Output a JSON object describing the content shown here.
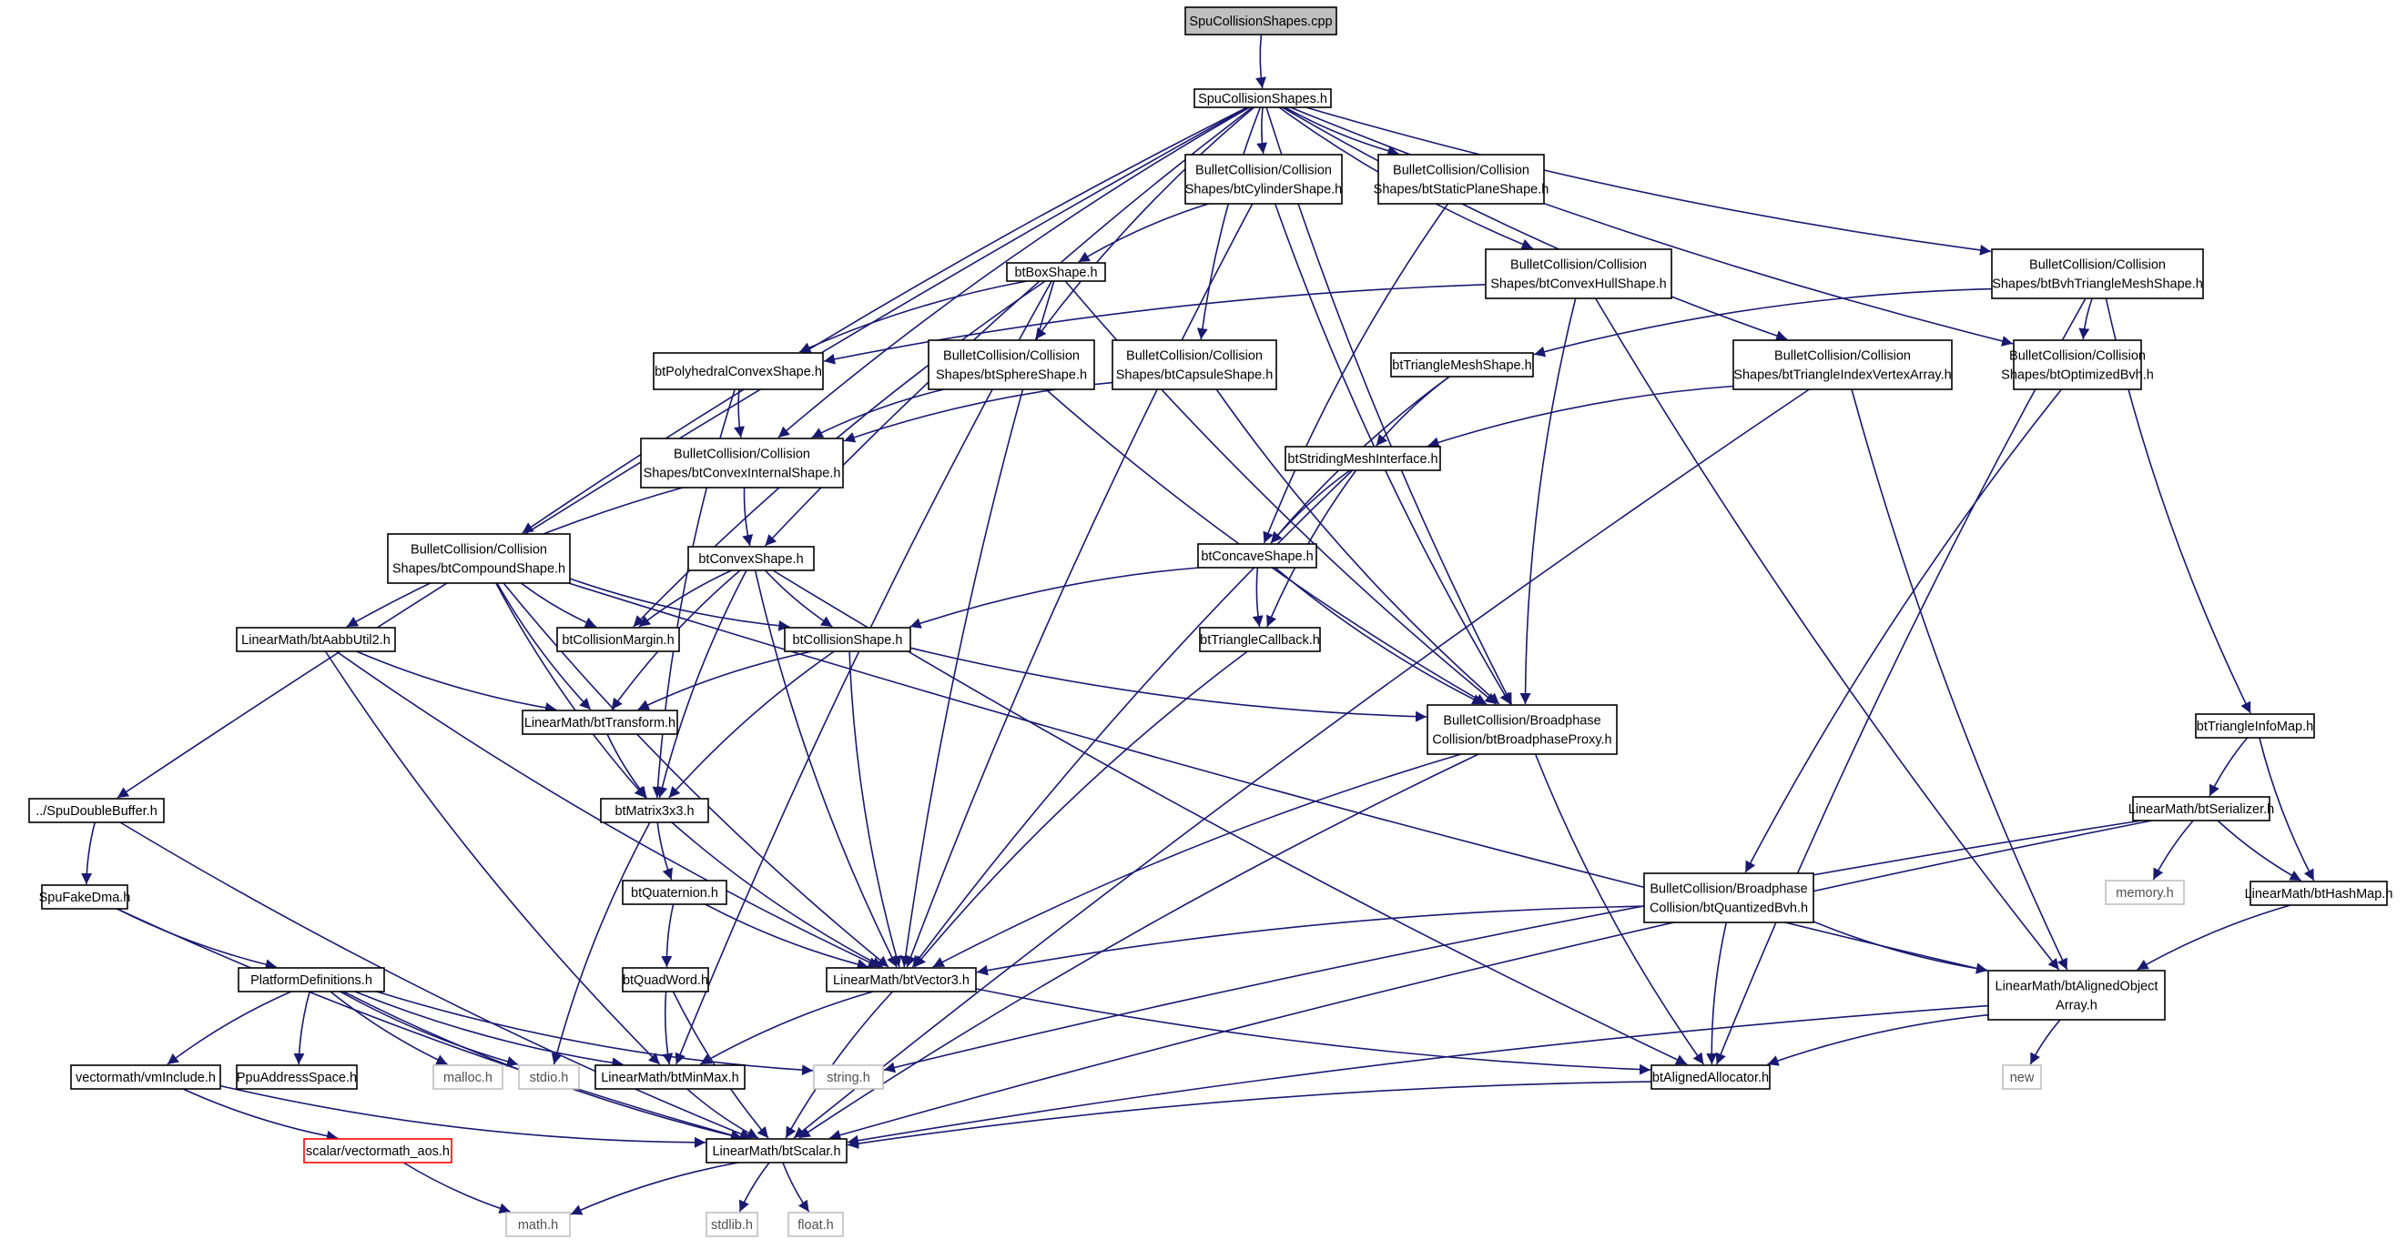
{
  "title": "SpuCollisionShapes.cpp",
  "colors": {
    "edge": "#191970",
    "main_fill": "#bfbfbf",
    "node_border": "#000000",
    "external_border": "#bfbfbf",
    "missing_border": "#ff0000"
  },
  "nodes": [
    {
      "id": "cpp",
      "lines": [
        "SpuCollisionShapes.cpp"
      ],
      "kind": "main"
    },
    {
      "id": "h",
      "lines": [
        "SpuCollisionShapes.h"
      ],
      "kind": "normal"
    },
    {
      "id": "cyl",
      "lines": [
        "BulletCollision/Collision",
        "Shapes/btCylinderShape.h"
      ],
      "kind": "normal"
    },
    {
      "id": "plane",
      "lines": [
        "BulletCollision/Collision",
        "Shapes/btStaticPlaneShape.h"
      ],
      "kind": "normal"
    },
    {
      "id": "hull",
      "lines": [
        "BulletCollision/Collision",
        "Shapes/btConvexHullShape.h"
      ],
      "kind": "normal"
    },
    {
      "id": "bvhtri",
      "lines": [
        "BulletCollision/Collision",
        "Shapes/btBvhTriangleMeshShape.h"
      ],
      "kind": "normal"
    },
    {
      "id": "box",
      "lines": [
        "btBoxShape.h"
      ],
      "kind": "normal"
    },
    {
      "id": "poly",
      "lines": [
        "btPolyhedralConvexShape.h"
      ],
      "kind": "normal"
    },
    {
      "id": "sphere",
      "lines": [
        "BulletCollision/Collision",
        "Shapes/btSphereShape.h"
      ],
      "kind": "normal"
    },
    {
      "id": "capsule",
      "lines": [
        "BulletCollision/Collision",
        "Shapes/btCapsuleShape.h"
      ],
      "kind": "normal"
    },
    {
      "id": "trimesh",
      "lines": [
        "btTriangleMeshShape.h"
      ],
      "kind": "normal"
    },
    {
      "id": "tiva",
      "lines": [
        "BulletCollision/Collision",
        "Shapes/btTriangleIndexVertexArray.h"
      ],
      "kind": "normal"
    },
    {
      "id": "optbvh",
      "lines": [
        "BulletCollision/Collision",
        "Shapes/btOptimizedBvh.h"
      ],
      "kind": "normal"
    },
    {
      "id": "cvxint",
      "lines": [
        "BulletCollision/Collision",
        "Shapes/btConvexInternalShape.h"
      ],
      "kind": "normal"
    },
    {
      "id": "smi",
      "lines": [
        "btStridingMeshInterface.h"
      ],
      "kind": "normal"
    },
    {
      "id": "compound",
      "lines": [
        "BulletCollision/Collision",
        "Shapes/btCompoundShape.h"
      ],
      "kind": "normal"
    },
    {
      "id": "cvx",
      "lines": [
        "btConvexShape.h"
      ],
      "kind": "normal"
    },
    {
      "id": "concave",
      "lines": [
        "btConcaveShape.h"
      ],
      "kind": "normal"
    },
    {
      "id": "aabb",
      "lines": [
        "LinearMath/btAabbUtil2.h"
      ],
      "kind": "normal"
    },
    {
      "id": "margin",
      "lines": [
        "btCollisionMargin.h"
      ],
      "kind": "normal"
    },
    {
      "id": "colshape",
      "lines": [
        "btCollisionShape.h"
      ],
      "kind": "normal"
    },
    {
      "id": "tricb",
      "lines": [
        "btTriangleCallback.h"
      ],
      "kind": "normal"
    },
    {
      "id": "transform",
      "lines": [
        "LinearMath/btTransform.h"
      ],
      "kind": "normal"
    },
    {
      "id": "proxy",
      "lines": [
        "BulletCollision/Broadphase",
        "Collision/btBroadphaseProxy.h"
      ],
      "kind": "normal"
    },
    {
      "id": "infomap",
      "lines": [
        "btTriangleInfoMap.h"
      ],
      "kind": "normal"
    },
    {
      "id": "dbuf",
      "lines": [
        "../SpuDoubleBuffer.h"
      ],
      "kind": "normal"
    },
    {
      "id": "mat",
      "lines": [
        "btMatrix3x3.h"
      ],
      "kind": "normal"
    },
    {
      "id": "serial",
      "lines": [
        "LinearMath/btSerializer.h"
      ],
      "kind": "normal"
    },
    {
      "id": "fakedma",
      "lines": [
        "SpuFakeDma.h"
      ],
      "kind": "normal"
    },
    {
      "id": "quat",
      "lines": [
        "btQuaternion.h"
      ],
      "kind": "normal"
    },
    {
      "id": "qbvh",
      "lines": [
        "BulletCollision/Broadphase",
        "Collision/btQuantizedBvh.h"
      ],
      "kind": "normal"
    },
    {
      "id": "memory",
      "lines": [
        "memory.h"
      ],
      "kind": "ext"
    },
    {
      "id": "hashmap",
      "lines": [
        "LinearMath/btHashMap.h"
      ],
      "kind": "normal"
    },
    {
      "id": "platdef",
      "lines": [
        "PlatformDefinitions.h"
      ],
      "kind": "normal"
    },
    {
      "id": "vec3",
      "lines": [
        "LinearMath/btVector3.h"
      ],
      "kind": "normal"
    },
    {
      "id": "aoa",
      "lines": [
        "LinearMath/btAlignedObject",
        "Array.h"
      ],
      "kind": "normal"
    },
    {
      "id": "quadword",
      "lines": [
        "btQuadWord.h"
      ],
      "kind": "normal"
    },
    {
      "id": "vminc",
      "lines": [
        "vectormath/vmInclude.h"
      ],
      "kind": "normal"
    },
    {
      "id": "ppuas",
      "lines": [
        "PpuAddressSpace.h"
      ],
      "kind": "normal"
    },
    {
      "id": "malloc",
      "lines": [
        "malloc.h"
      ],
      "kind": "ext"
    },
    {
      "id": "stdio",
      "lines": [
        "stdio.h"
      ],
      "kind": "ext"
    },
    {
      "id": "minmax",
      "lines": [
        "LinearMath/btMinMax.h"
      ],
      "kind": "normal"
    },
    {
      "id": "string",
      "lines": [
        "string.h"
      ],
      "kind": "ext"
    },
    {
      "id": "alloc",
      "lines": [
        "btAlignedAllocator.h"
      ],
      "kind": "normal"
    },
    {
      "id": "new",
      "lines": [
        "new"
      ],
      "kind": "ext"
    },
    {
      "id": "aos",
      "lines": [
        "scalar/vectormath_aos.h"
      ],
      "kind": "missing"
    },
    {
      "id": "scalar",
      "lines": [
        "LinearMath/btScalar.h"
      ],
      "kind": "normal"
    },
    {
      "id": "math",
      "lines": [
        "math.h"
      ],
      "kind": "ext"
    },
    {
      "id": "stdlib",
      "lines": [
        "stdlib.h"
      ],
      "kind": "ext"
    },
    {
      "id": "float",
      "lines": [
        "float.h"
      ],
      "kind": "ext"
    }
  ],
  "edges": [
    [
      "cpp",
      "h"
    ],
    [
      "h",
      "cyl"
    ],
    [
      "h",
      "plane"
    ],
    [
      "h",
      "hull"
    ],
    [
      "h",
      "bvhtri"
    ],
    [
      "h",
      "sphere"
    ],
    [
      "h",
      "capsule"
    ],
    [
      "h",
      "tiva"
    ],
    [
      "h",
      "optbvh"
    ],
    [
      "h",
      "cvxint"
    ],
    [
      "h",
      "compound"
    ],
    [
      "h",
      "cvx"
    ],
    [
      "h",
      "proxy"
    ],
    [
      "h",
      "dbuf"
    ],
    [
      "cyl",
      "box"
    ],
    [
      "cyl",
      "vec3"
    ],
    [
      "cyl",
      "proxy"
    ],
    [
      "plane",
      "concave"
    ],
    [
      "hull",
      "poly"
    ],
    [
      "hull",
      "proxy"
    ],
    [
      "hull",
      "aoa"
    ],
    [
      "bvhtri",
      "trimesh"
    ],
    [
      "bvhtri",
      "optbvh"
    ],
    [
      "bvhtri",
      "infomap"
    ],
    [
      "bvhtri",
      "alloc"
    ],
    [
      "box",
      "poly"
    ],
    [
      "box",
      "margin"
    ],
    [
      "box",
      "proxy"
    ],
    [
      "box",
      "vec3"
    ],
    [
      "box",
      "minmax"
    ],
    [
      "poly",
      "cvxint"
    ],
    [
      "poly",
      "mat"
    ],
    [
      "sphere",
      "cvxint"
    ],
    [
      "sphere",
      "proxy"
    ],
    [
      "capsule",
      "cvxint"
    ],
    [
      "capsule",
      "proxy"
    ],
    [
      "trimesh",
      "concave"
    ],
    [
      "trimesh",
      "smi"
    ],
    [
      "tiva",
      "smi"
    ],
    [
      "tiva",
      "aoa"
    ],
    [
      "tiva",
      "scalar"
    ],
    [
      "optbvh",
      "qbvh"
    ],
    [
      "cvxint",
      "cvx"
    ],
    [
      "cvxint",
      "aabb"
    ],
    [
      "smi",
      "concave"
    ],
    [
      "smi",
      "tricb"
    ],
    [
      "smi",
      "vec3"
    ],
    [
      "compound",
      "colshape"
    ],
    [
      "compound",
      "margin"
    ],
    [
      "compound",
      "transform"
    ],
    [
      "compound",
      "mat"
    ],
    [
      "compound",
      "vec3"
    ],
    [
      "compound",
      "aoa"
    ],
    [
      "cvx",
      "colshape"
    ],
    [
      "cvx",
      "margin"
    ],
    [
      "cvx",
      "transform"
    ],
    [
      "cvx",
      "mat"
    ],
    [
      "cvx",
      "vec3"
    ],
    [
      "cvx",
      "alloc"
    ],
    [
      "concave",
      "colshape"
    ],
    [
      "concave",
      "tricb"
    ],
    [
      "concave",
      "proxy"
    ],
    [
      "aabb",
      "transform"
    ],
    [
      "aabb",
      "vec3"
    ],
    [
      "aabb",
      "minmax"
    ],
    [
      "colshape",
      "transform"
    ],
    [
      "colshape",
      "mat"
    ],
    [
      "colshape",
      "vec3"
    ],
    [
      "colshape",
      "proxy"
    ],
    [
      "tricb",
      "vec3"
    ],
    [
      "transform",
      "mat"
    ],
    [
      "proxy",
      "vec3"
    ],
    [
      "proxy",
      "alloc"
    ],
    [
      "proxy",
      "scalar"
    ],
    [
      "infomap",
      "serial"
    ],
    [
      "infomap",
      "hashmap"
    ],
    [
      "dbuf",
      "fakedma"
    ],
    [
      "dbuf",
      "scalar"
    ],
    [
      "mat",
      "quat"
    ],
    [
      "mat",
      "vec3"
    ],
    [
      "mat",
      "stdio"
    ],
    [
      "serial",
      "memory"
    ],
    [
      "serial",
      "hashmap"
    ],
    [
      "serial",
      "string"
    ],
    [
      "serial",
      "scalar"
    ],
    [
      "fakedma",
      "platdef"
    ],
    [
      "fakedma",
      "scalar"
    ],
    [
      "quat",
      "quadword"
    ],
    [
      "quat",
      "vec3"
    ],
    [
      "qbvh",
      "vec3"
    ],
    [
      "qbvh",
      "alloc"
    ],
    [
      "qbvh",
      "aoa"
    ],
    [
      "hashmap",
      "aoa"
    ],
    [
      "platdef",
      "vminc"
    ],
    [
      "platdef",
      "ppuas"
    ],
    [
      "platdef",
      "malloc"
    ],
    [
      "platdef",
      "stdio"
    ],
    [
      "platdef",
      "minmax"
    ],
    [
      "platdef",
      "string"
    ],
    [
      "platdef",
      "scalar"
    ],
    [
      "vec3",
      "minmax"
    ],
    [
      "vec3",
      "alloc"
    ],
    [
      "vec3",
      "scalar"
    ],
    [
      "aoa",
      "alloc"
    ],
    [
      "aoa",
      "new"
    ],
    [
      "aoa",
      "scalar"
    ],
    [
      "quadword",
      "minmax"
    ],
    [
      "quadword",
      "scalar"
    ],
    [
      "vminc",
      "aos"
    ],
    [
      "vminc",
      "scalar"
    ],
    [
      "minmax",
      "scalar"
    ],
    [
      "alloc",
      "scalar"
    ],
    [
      "aos",
      "math"
    ],
    [
      "scalar",
      "math"
    ],
    [
      "scalar",
      "stdlib"
    ],
    [
      "scalar",
      "float"
    ]
  ]
}
